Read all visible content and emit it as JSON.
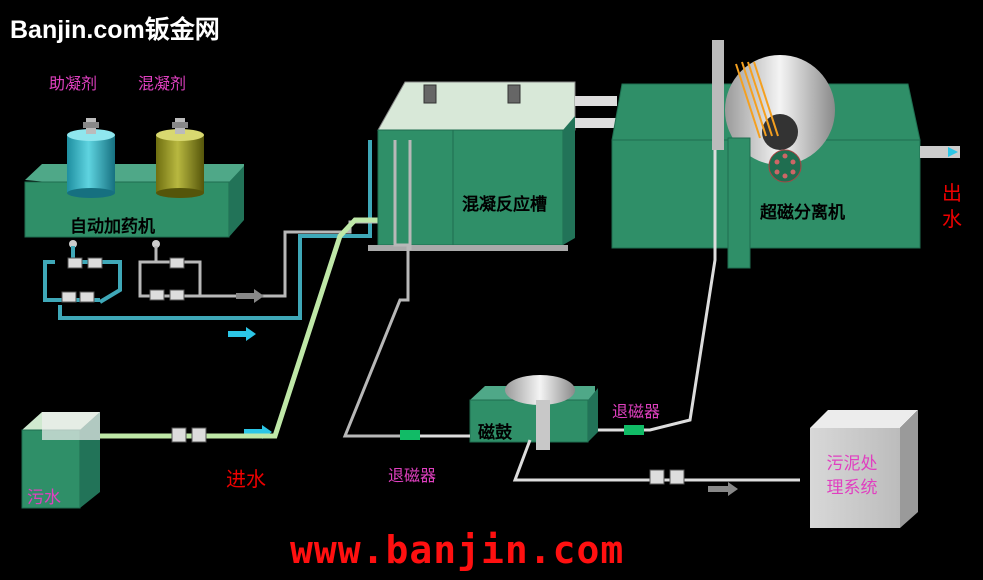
{
  "brand": {
    "logo": "Banjin.com钣金网",
    "url": "www.banjin.com"
  },
  "chemicals": {
    "coagulant_aid": "助凝剂",
    "coagulant": "混凝剂"
  },
  "units": {
    "dosing_machine": "自动加药机",
    "reaction_tank": "混凝反应槽",
    "super_magnetic_separator": "超磁分离机",
    "magnetic_drum": "磁鼓",
    "sewage": "污水",
    "sludge_system_line1": "污泥处",
    "sludge_system_line2": "理系统"
  },
  "flow_labels": {
    "inlet": "进水",
    "outlet_line1": "出",
    "outlet_line2": "水",
    "demagnetizer_right": "退磁器",
    "demagnetizer_bottom": "退磁器"
  },
  "colors": {
    "box_green": "#2f8f68",
    "pipe_cyan": "#3fa8b8",
    "pipe_lightgreen": "#bfe8a8",
    "pipe_gray": "#b8b8b8",
    "arrow_cyan": "#2cc6e6",
    "label_pink": "#e040c0",
    "label_red": "#ee1111"
  }
}
